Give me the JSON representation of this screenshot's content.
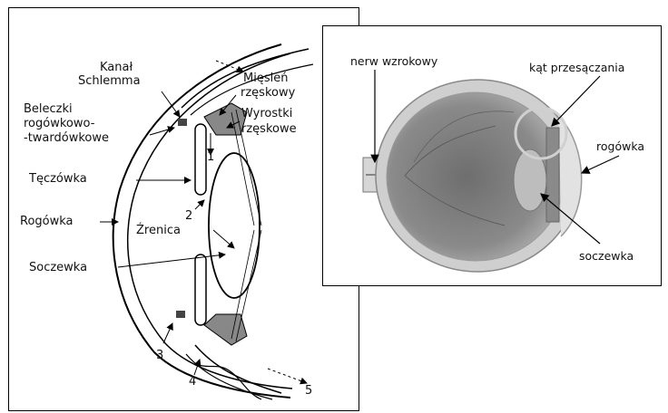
{
  "left_diagram": {
    "labels": {
      "kanal": "Kanał",
      "schlemma": "Schlemma",
      "miesien": "Mięsień",
      "rzeskowy": "rzęskowy",
      "beleczki": "Beleczki",
      "rogowkowo": "rogówkowo-",
      "twardowkowe": "-twardówkowe",
      "wyrostki": "Wyrostki",
      "rzeskowe": "rzęskowe",
      "teczowka": "Tęczówka",
      "rogowka": "Rogówka",
      "zrenica": "Źrenica",
      "soczewka": "Soczewka",
      "n1": "1",
      "n2": "2",
      "n3": "3",
      "n4": "4",
      "n5": "5"
    }
  },
  "right_diagram": {
    "labels": {
      "nerw": "nerw wzrokowy",
      "kat": "kąt przesączania",
      "rogowka": "rogówka",
      "soczewka": "soczewka"
    }
  }
}
